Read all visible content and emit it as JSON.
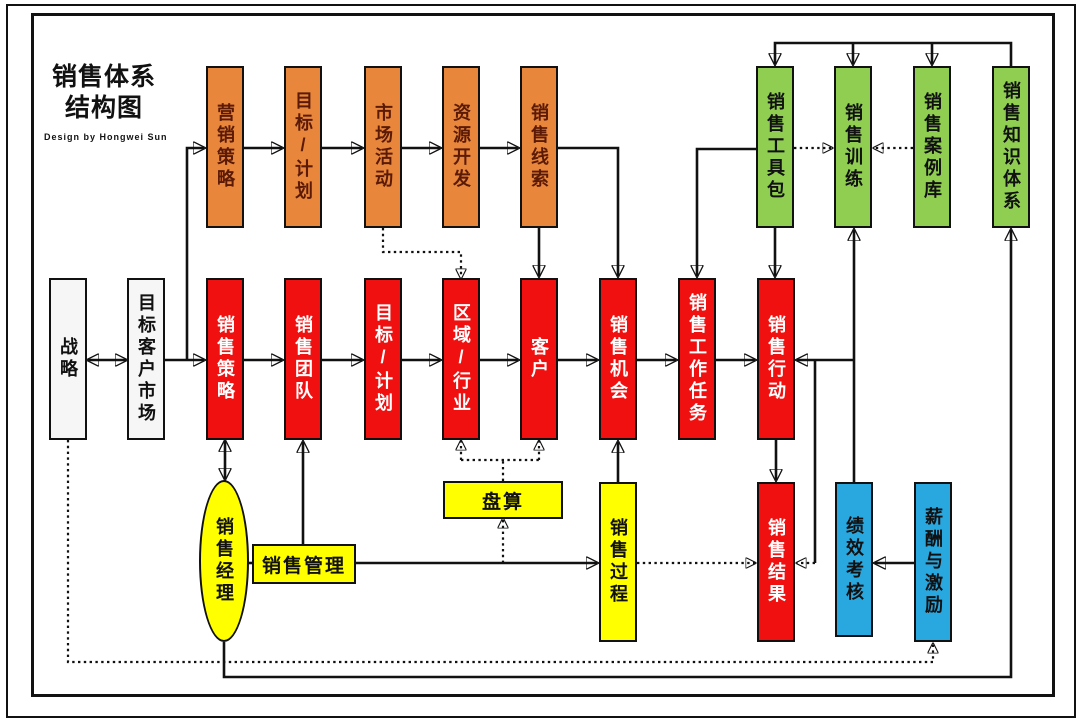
{
  "title": {
    "line1": "销售体系",
    "line2": "结构图",
    "credit": "Design by Hongwei Sun"
  },
  "colors": {
    "orange_box": "#E8863C",
    "orange_text": "#5B1A05",
    "red_box": "#F01010",
    "red_text": "#FFFFFF",
    "green_box": "#8FCE50",
    "yellow_box": "#FFFF00",
    "blue_box": "#29A8E0",
    "white_box": "#F6F6F6",
    "line": "#111111"
  },
  "nodes": {
    "strategy": {
      "label": "战略",
      "color": "white"
    },
    "target_market": {
      "label": "目标客户市场",
      "color": "white"
    },
    "marketing_strategy": {
      "label": "营销策略",
      "color": "orange"
    },
    "goal_plan_marketing": {
      "label": "目标/计划",
      "color": "orange"
    },
    "market_activity": {
      "label": "市场活动",
      "color": "orange"
    },
    "resource_dev": {
      "label": "资源开发",
      "color": "orange"
    },
    "sales_leads": {
      "label": "销售线索",
      "color": "orange"
    },
    "sales_toolkit": {
      "label": "销售工具包",
      "color": "green"
    },
    "sales_training": {
      "label": "销售训练",
      "color": "green"
    },
    "sales_case_library": {
      "label": "销售案例库",
      "color": "green"
    },
    "sales_knowledge_system": {
      "label": "销售知识体系",
      "color": "green"
    },
    "sales_strategy": {
      "label": "销售策略",
      "color": "red"
    },
    "sales_team": {
      "label": "销售团队",
      "color": "red"
    },
    "goal_plan_sales": {
      "label": "目标/计划",
      "color": "red"
    },
    "region_industry": {
      "label": "区域/行业",
      "color": "red"
    },
    "customer": {
      "label": "客户",
      "color": "red"
    },
    "sales_opportunity": {
      "label": "销售机会",
      "color": "red"
    },
    "sales_work_task": {
      "label": "销售工作任务",
      "color": "red"
    },
    "sales_action": {
      "label": "销售行动",
      "color": "red"
    },
    "sales_manager": {
      "label": "销售经理",
      "color": "yellow"
    },
    "sales_management": {
      "label": "销售管理",
      "color": "yellow"
    },
    "review": {
      "label": "盘算",
      "color": "yellow"
    },
    "sales_process": {
      "label": "销售过程",
      "color": "yellow"
    },
    "sales_result": {
      "label": "销售结果",
      "color": "red"
    },
    "performance_appraisal": {
      "label": "绩效考核",
      "color": "blue"
    },
    "compensation_incentive": {
      "label": "薪酬与激励",
      "color": "blue"
    }
  }
}
